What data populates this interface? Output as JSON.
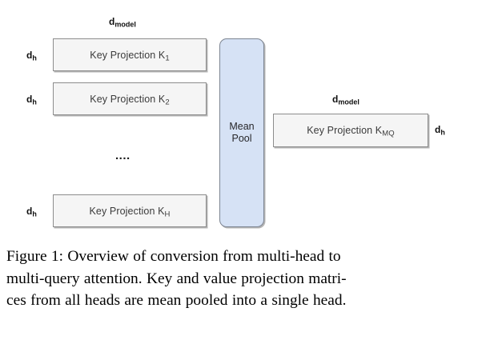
{
  "figure": {
    "diagram": {
      "top_dim_label_left": {
        "base": "d",
        "sub": "model"
      },
      "top_dim_label_right": {
        "base": "d",
        "sub": "model"
      },
      "side_dim_label": {
        "base": "d",
        "sub": "h"
      },
      "ellipsis": "....",
      "mean_pool": {
        "line1": "Mean",
        "line2": "Pool",
        "fill_color": "#d6e2f5",
        "border_color": "#7d8592"
      },
      "box_fill_color": "#f5f5f5",
      "box_border_color": "#8c8c8c",
      "text_color": "#3b3b3b",
      "multi_head_boxes": [
        {
          "prefix": "Key Projection K",
          "sub": "1"
        },
        {
          "prefix": "Key Projection K",
          "sub": "2"
        },
        {
          "prefix": "Key Projection K",
          "sub": "H"
        }
      ],
      "multi_query_box": {
        "prefix": "Key Projection K",
        "sub": "MQ"
      }
    },
    "caption": {
      "line1": "Figure 1:  Overview of conversion from multi-head to",
      "line2": "multi-query attention.  Key and value projection matri-",
      "line3": "ces from all heads are mean pooled into a single head."
    }
  }
}
